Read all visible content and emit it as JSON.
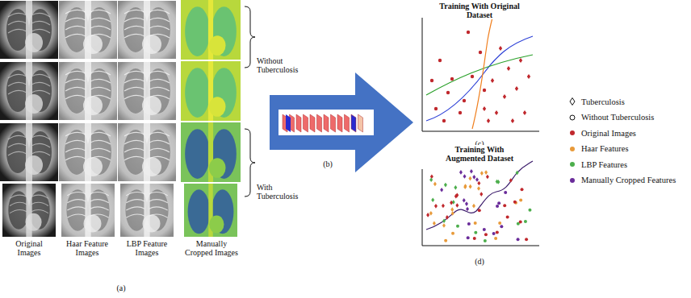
{
  "diagram": {
    "nodes": [
      {
        "text": [
          "Training With Original Dataset",
          "(c)"
        ]
      },
      {
        "text": [
          "Training With Augmented Dataset",
          "(d)"
        ]
      }
    ],
    "labels": [
      "Original Images",
      "Haar Feature Images",
      "LBP Feature Images",
      "Manually Cropped Images",
      "Without Tuberculosis",
      "With Tuberculosis",
      "(a)",
      "(b)"
    ],
    "legend": [
      {
        "text": "Tuberculosis"
      },
      {
        "text": "Without Tuberculosis"
      },
      {
        "text": "Original Images",
        "color": "#c0282d"
      },
      {
        "text": "Haar Features",
        "color": "#e89a3a"
      },
      {
        "text": "LBP Features",
        "color": "#4cae4c"
      },
      {
        "text": "Manually Cropped Features",
        "color": "#6a2c9a"
      }
    ]
  }
}
